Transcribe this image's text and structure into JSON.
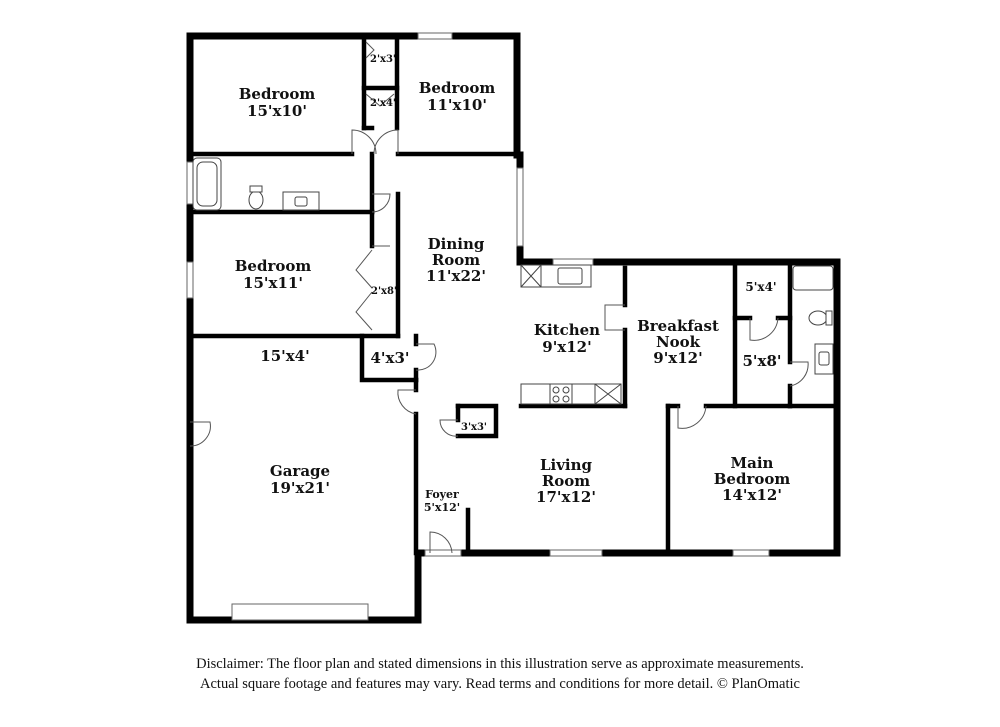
{
  "rooms": {
    "bedroom_nw": {
      "name": "Bedroom",
      "dims": "15'x10'"
    },
    "bedroom_n": {
      "name": "Bedroom",
      "dims": "11'x10'"
    },
    "bedroom_w": {
      "name": "Bedroom",
      "dims": "15'x11'"
    },
    "dining": {
      "name_1": "Dining",
      "name_2": "Room",
      "dims": "11'x22'"
    },
    "kitchen": {
      "name": "Kitchen",
      "dims": "9'x12'"
    },
    "breakfast": {
      "name_1": "Breakfast",
      "name_2": "Nook",
      "dims": "9'x12'"
    },
    "living": {
      "name_1": "Living",
      "name_2": "Room",
      "dims": "17'x12'"
    },
    "main_bedroom": {
      "name_1": "Main",
      "name_2": "Bedroom",
      "dims": "14'x12'"
    },
    "garage": {
      "name": "Garage",
      "dims": "19'x21'"
    },
    "foyer": {
      "name": "Foyer",
      "dims": "5'x12'"
    }
  },
  "closets": {
    "c1": "2'x3'",
    "c2": "2'x4'",
    "c3": "2'x8'",
    "c4": "3'x3'",
    "c5": "5'x4'",
    "c6": "5'x8'",
    "storage": "4'x3'",
    "garage_strip": "15'x4'"
  },
  "disclaimer": {
    "line1": "Disclaimer: The floor plan and stated dimensions in this illustration serve as approximate measurements.",
    "line2": "Actual square footage and features may vary. Read terms and conditions for more detail. © PlanOmatic"
  }
}
